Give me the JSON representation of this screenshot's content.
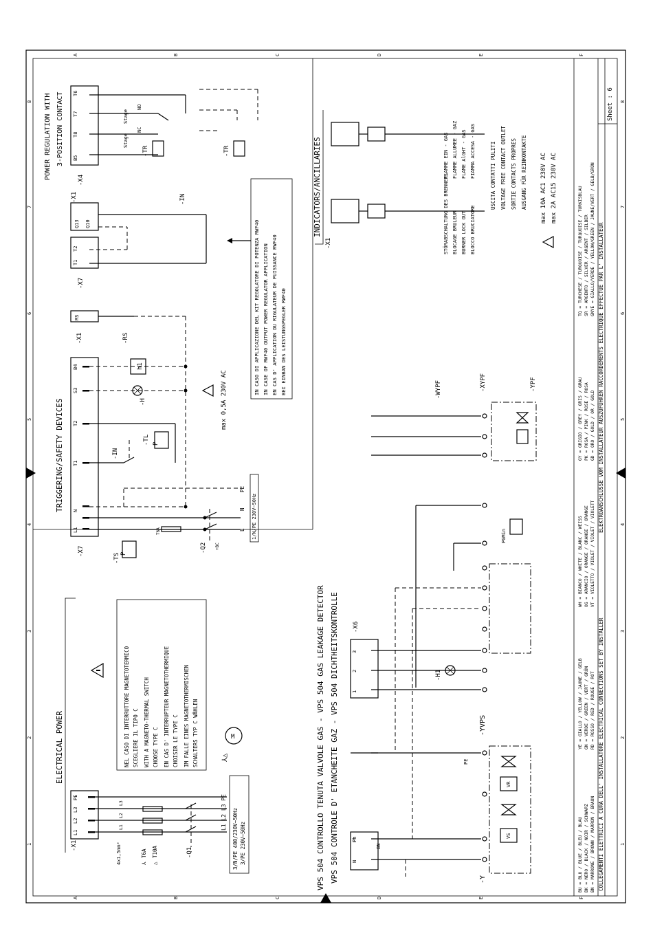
{
  "grid": {
    "rows": [
      "A",
      "B",
      "C",
      "D",
      "E",
      "F"
    ],
    "cols": [
      "1",
      "2",
      "3",
      "4",
      "5",
      "6",
      "7",
      "8"
    ]
  },
  "sheet_label": "Sheet : 6",
  "footer": {
    "line1": "COLLEGAMENTI ELETTRICI A CURA DELL' INSTALLATORE    ELECTRICAL CONNECTIONS SET BY INSTALLER",
    "line2": "ELEKTROANSCHLÜSSE VOM INSTALLATEUR AUSZUFÜHREN  RACCORDEMENTS ÉLECTRIQUE EFFECTUÉ PAR L' INSTALLATEUR"
  },
  "color_legend": [
    [
      "BU = BLU / BLUE / BLEU / BLAU",
      "BK = NERO / BLACK / NOIR / SCHWARZ",
      "BN = MARRONE / BROWN / MARRON / BRAUN"
    ],
    [
      "YE = GIALLO / YELLOW / JAUNE / GELB",
      "GN = VERDE / GREEN / VERT / GRÜN",
      "RD = ROSSO / RED / ROUGE / ROT"
    ],
    [
      "WH = BIANCO / WHITE / BLANC / WEISS",
      "OG = ARANCIO / ORANGE / ORANGE / ORANGE",
      "VT = VIOLETTO / VIOLET / VIOLET / VIOLETT"
    ],
    [
      "GY = GRIGIO / GREY / GRIS / GRAU",
      "PK = ROSA / PINK / ROSE / ROSA",
      "GD = ORO / GOLD / OR / GOLD"
    ],
    [
      "TQ = TURCHESE / TURQUOISE / TURQUOISE / TURKISBLAU",
      "SR = ARGENTO / SILVER / ARGENT / SILBER",
      "GNYE = GIALLO/VERDE / YELLOW/GREEN / JAUNE/VERT / GELB/GRÜN"
    ]
  ],
  "sections": {
    "electrical_power": "ELECTRICAL POWER",
    "triggering": "TRIGGERING/SAFETY DEVICES",
    "power_regulation_1": "POWER REGULATION WITH",
    "power_regulation_2": "3-POSITION CONTACT",
    "indicators": "INDICATORS/ANCILLARIES",
    "vps_it": "VPS 504 CONTROLLO TENUTA VALVOLE GAS - VPS 504 GAS LEAKAGE DETECTOR",
    "vps_fr": "VPS 504 CONTROLE D' ETANCHEITE GAZ - VPS 504 DICHTHEITSKONTROLLE"
  },
  "breaker_note": [
    "NEL CASO DI INTERRUTTORE MAGNETOTERMICO",
    "SCEGLIERE IL TIPO C",
    "WITH A MAGNETO-THERMAL SWITCH",
    "CHOOSE TYPE C",
    "EN CAS D' INTERRUPTEUR MAGNETOTHERMIQUE",
    "CHOISIR LE TYPE C",
    "IM FALLE EINES MAGNETOTHERMISCHEN",
    "SCHALTERS TYP C WÄHLEN"
  ],
  "rwf_note": [
    "IN CASO DI APPLICAZIONE DEL KIT REGOLATORE DI POTENZA RWF40",
    "IN CASE OF RWF40 OUTPUT POWER REGULATOR APPLICATION",
    "EN CAS D' APPLICATION DU RIGULATEUR DE PUISSANCE RWF40",
    "BEI EINBAN DES LEISTUNGSPEGLER RWF40"
  ],
  "supply_box": [
    "3/N/PE 400/230V~50Hz",
    "3/PE 230V~50Hz"
  ],
  "supply_single": "1/N/PE 230V~50Hz",
  "phase_labels": "L1 L2 L3 PE",
  "fuse_labels": [
    "T6A",
    "T10A"
  ],
  "cable": "4x1,5mm²",
  "max_indicator": "max 0,5A 230V AC",
  "contacts": {
    "lines": [
      "USCITA CONTATTI PULITI",
      "VOLTAGE FREE CONTACT OUTLET",
      "SORTIE CONTACTS PROPRES",
      "AUSGANG FÜR REINKONTAKTE"
    ],
    "rating1": "max 10A AC1 230V AC",
    "rating2": "max 2A AC15 230V AC"
  },
  "flame_lines": [
    "FIAMMA ACCESA - GAS",
    "FLAME AlGHT - GAS",
    "FLAMME ALLUMEE - GAZ",
    "FLAMME EIN - GAS"
  ],
  "lockout_lines": [
    "BLOCCO BRUCIATORE",
    "BURNER LOCK OUT",
    "BLOCAGE BRULEUR",
    "STÖRABSCHALTUNG DES BRENNERS"
  ],
  "terminals": {
    "x1_power": [
      "PE",
      "L3",
      "L2",
      "L1"
    ],
    "x7": [
      "L1",
      "N",
      "T1",
      "T2",
      "S3",
      "B4"
    ],
    "x7b": [
      "T1",
      "T2"
    ],
    "x4": [
      "B5",
      "T8",
      "T7",
      "T6"
    ],
    "x6": [
      "1",
      "2",
      "3"
    ],
    "vps": [
      "N",
      "Ph"
    ]
  },
  "labels": {
    "x1": "-X1",
    "x7": "-X7",
    "x4": "-X4",
    "x6": "-X6",
    "q1": "-Q1",
    "q2": "-Q2",
    "ts": "-TS",
    "in": "-IN",
    "tl": "-TL",
    "h": "-H",
    "h1": "-H1",
    "rs": "-RS",
    "tr": "-TR",
    "y": "-Y",
    "yvps": "-YVPS",
    "wypf": "-WYPF",
    "xypf": "-XYPF",
    "ypf": "-YPF",
    "pe": "PE",
    "n": "N",
    "l": "L",
    "rs_term": "RS",
    "q10": "Q10",
    "q13": "Q13",
    "stage1": "Stage",
    "stage2": "Stage",
    "no": "NO",
    "nc": "NC",
    "bc": "+BC",
    "vs": "VS",
    "vr": "VR",
    "pgmin": "PGMin",
    "bn": "BN",
    "ph": "Ph",
    "h1_box": "h1",
    "p_box": "P",
    "t6a": "T6A"
  },
  "icons": [
    "warning-icon",
    "motor-icon",
    "fuse-symbol-icon",
    "lamp-icon",
    "valve-icon"
  ]
}
